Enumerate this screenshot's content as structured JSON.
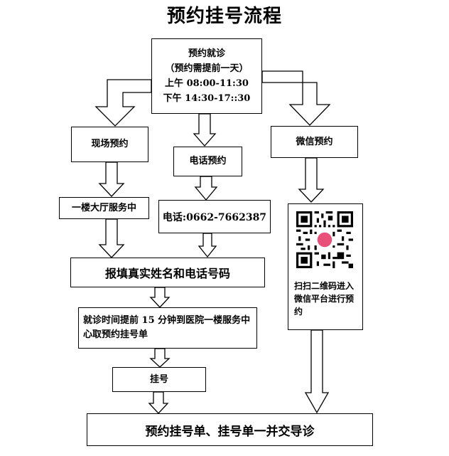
{
  "title": "预约挂号流程",
  "top_box": {
    "line1": "预约就诊",
    "line2": "（预约需提前一天）",
    "line3": "上午 08:00-11:30",
    "line4": "下午 14:30-17::30"
  },
  "onsite": {
    "label": "现场预约",
    "step1": "一楼大厅服务中"
  },
  "phone": {
    "label": "电话预约",
    "number": "电话:0662-7662387"
  },
  "wechat": {
    "label": "微信预约",
    "qr_caption": "扫扫二维码进入微信平台进行预约",
    "qr_logo_color": "#e8507a"
  },
  "fill_in": "报填真实姓名和电话号码",
  "pickup": "就诊时间提前 15 分钟到医院一楼服务中心取预约挂号单",
  "register": "挂号",
  "final": "预约挂号单、挂号单一并交导诊"
}
